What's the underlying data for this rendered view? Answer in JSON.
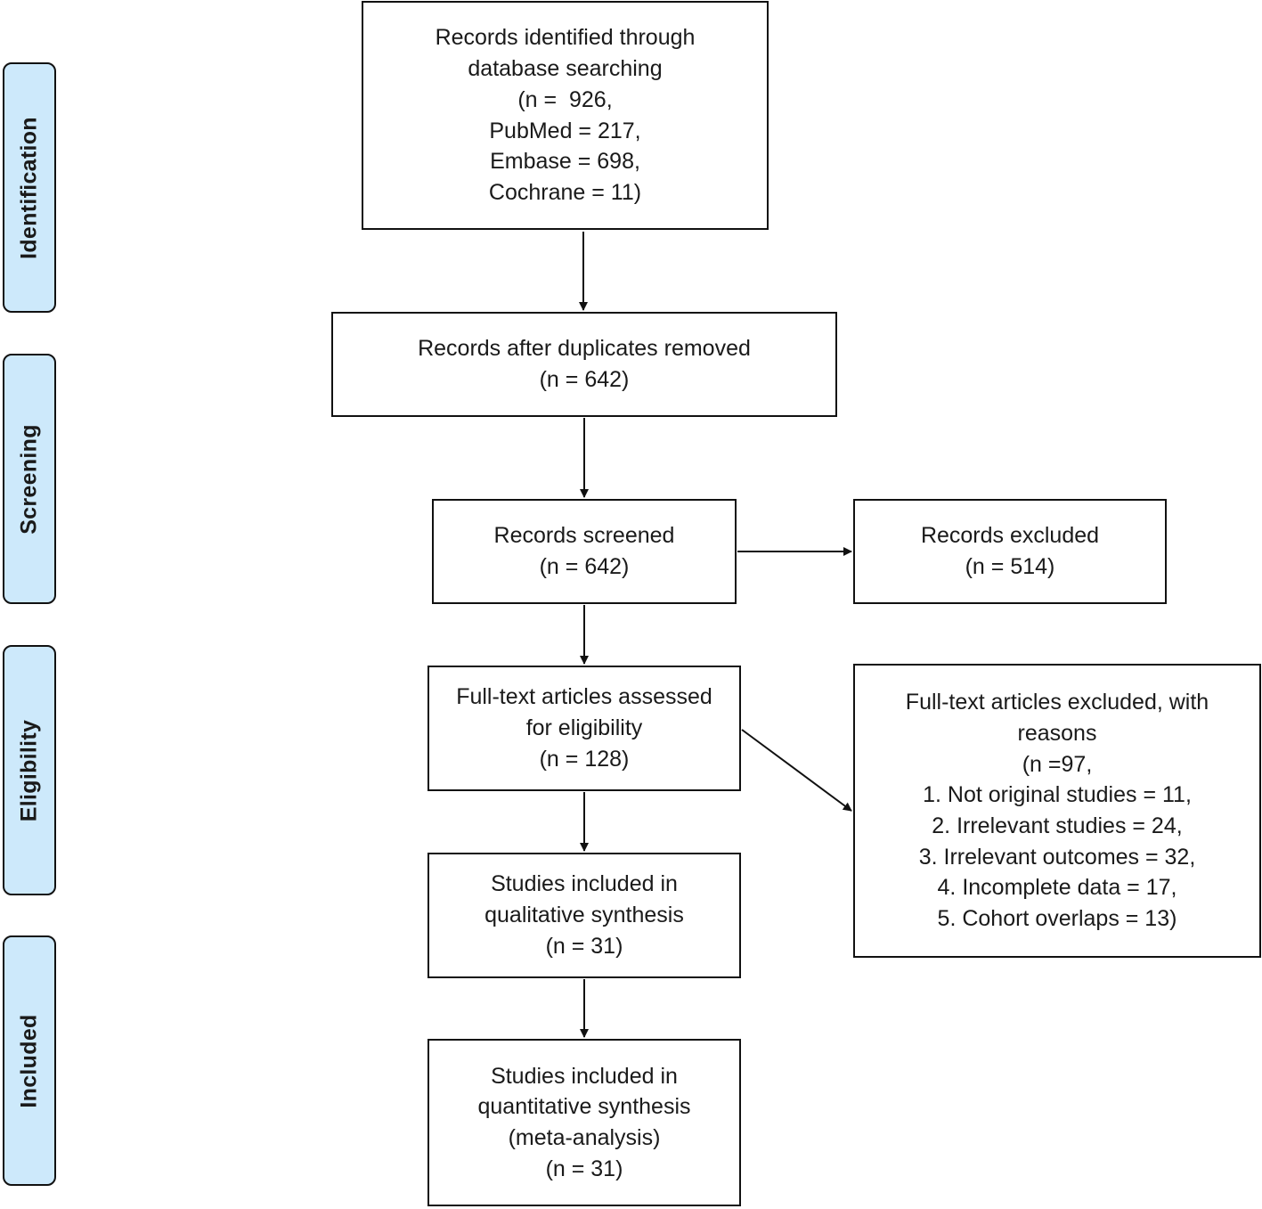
{
  "stages": [
    {
      "id": "identification",
      "label": "Identification"
    },
    {
      "id": "screening",
      "label": "Screening"
    },
    {
      "id": "eligibility",
      "label": "Eligibility"
    },
    {
      "id": "included",
      "label": "Included"
    }
  ],
  "boxes": {
    "identified": {
      "lines": [
        "Records identified through",
        "database searching",
        "(n =  926,",
        "PubMed = 217,",
        "Embase = 698,",
        "Cochrane = 11)"
      ]
    },
    "duplicates_removed": {
      "lines": [
        "Records after duplicates removed",
        "(n = 642)"
      ]
    },
    "screened": {
      "lines": [
        "Records screened",
        "(n = 642)"
      ]
    },
    "excluded": {
      "lines": [
        "Records excluded",
        "(n = 514)"
      ]
    },
    "fulltext_assessed": {
      "lines": [
        "Full-text articles assessed",
        "for eligibility",
        "(n = 128)"
      ]
    },
    "fulltext_excluded": {
      "lines": [
        "Full-text articles excluded, with",
        "reasons",
        "(n =97,",
        "1. Not original studies = 11,",
        "2. Irrelevant studies = 24,",
        "3. Irrelevant outcomes = 32,",
        "4. Incomplete data = 17,",
        "5. Cohort overlaps = 13)"
      ]
    },
    "qualitative": {
      "lines": [
        "Studies included in",
        "qualitative synthesis",
        "(n = 31)"
      ]
    },
    "quantitative": {
      "lines": [
        "Studies included in",
        "quantitative synthesis",
        "(meta-analysis)",
        "(n = 31)"
      ]
    }
  }
}
